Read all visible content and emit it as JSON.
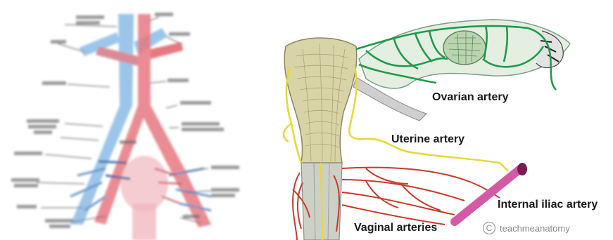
{
  "labels": {
    "ovarian_artery": "Ovarian artery",
    "uterine_artery": "Uterine artery",
    "internal_iliac_artery": "Internal iliac artery",
    "vaginal_arteries": "Vaginal arteries"
  },
  "watermark": {
    "icon": "copyright-icon",
    "symbol": "C",
    "text": "teachmeanatomy"
  },
  "colors": {
    "ovarian": "#1f9a4c",
    "uterine": "#e8d83a",
    "iliac": "#d45aa6",
    "vaginal": "#c93a2a",
    "uterus_fill": "#d9d3a8",
    "vein_blue": "#7fb2e0",
    "artery_red": "#e0646e"
  }
}
